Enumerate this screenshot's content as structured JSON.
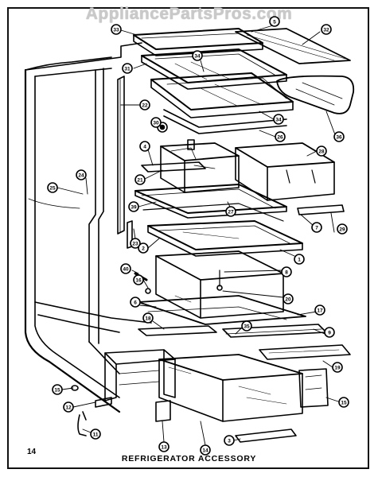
{
  "watermark": "AppliancePartsPros.com",
  "page_number": "14",
  "caption": "REFRIGERATOR ACCESSORY",
  "callouts": {
    "c33": "33",
    "c5": "5",
    "c32": "32",
    "c31": "31",
    "c34a": "34",
    "c22": "22",
    "c34b": "34",
    "c30a": "30",
    "c26": "26",
    "c36": "36",
    "c4": "4",
    "c28": "28",
    "c24": "24",
    "c21": "21",
    "c25": "25",
    "c39": "39",
    "c27": "27",
    "c7": "7",
    "c29": "29",
    "c23": "23",
    "c2": "2",
    "c1": "1",
    "c8": "8",
    "c40": "40",
    "c16": "16",
    "c20": "20",
    "c6": "6",
    "c17": "17",
    "c18": "18",
    "c35": "35",
    "c9": "9",
    "c19": "19",
    "c15a": "15",
    "c12": "12",
    "c15b": "15",
    "c11": "11",
    "c13": "13",
    "c14": "14",
    "c3": "3"
  }
}
